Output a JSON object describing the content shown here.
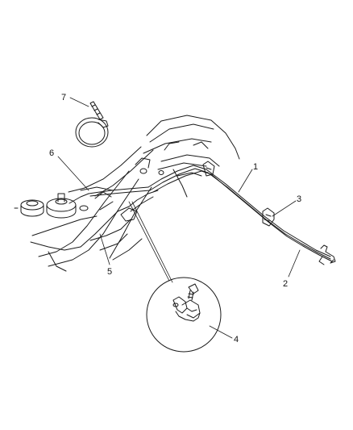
{
  "diagram": {
    "callouts": [
      {
        "id": "1",
        "label": "1"
      },
      {
        "id": "2",
        "label": "2"
      },
      {
        "id": "3",
        "label": "3"
      },
      {
        "id": "4",
        "label": "4"
      },
      {
        "id": "5",
        "label": "5"
      },
      {
        "id": "6",
        "label": "6"
      },
      {
        "id": "7",
        "label": "7"
      }
    ]
  },
  "colors": {
    "line": "#1a1a1a",
    "background": "#ffffff"
  }
}
